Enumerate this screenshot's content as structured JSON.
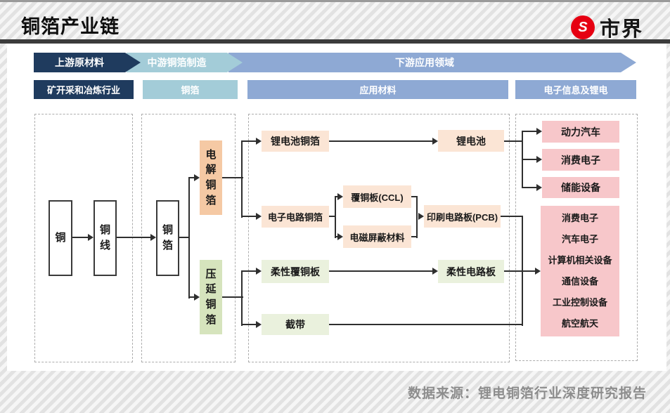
{
  "header": {
    "title": "铜箔产业链",
    "logo": {
      "glyph": "S",
      "text": "市界"
    }
  },
  "stages": [
    {
      "label": "上游原材料"
    },
    {
      "label": "中游铜箔制造"
    },
    {
      "label": "下游应用领域"
    }
  ],
  "categories": [
    {
      "label": "矿开采和冶炼行业"
    },
    {
      "label": "铜箔"
    },
    {
      "label": "应用材料"
    },
    {
      "label": "电子信息及锂电"
    }
  ],
  "nodes": {
    "copper": "铜",
    "copper_wire": "铜线",
    "copper_foil": "铜箔",
    "electrolytic_foil": "电解铜箔",
    "rolled_foil": "压延铜箔",
    "battery_foil": "锂电池铜箔",
    "battery": "锂电池",
    "circuit_foil": "电子电路铜箔",
    "ccl": "覆铜板(CCL)",
    "emi_material": "电磁屏蔽材料",
    "pcb": "印刷电路板(PCB)",
    "flex_ccl": "柔性覆铜板",
    "flex_pcb": "柔性电路板",
    "strip": "截带",
    "ev": "动力汽车",
    "consumer_electronics": "消费电子",
    "energy_storage": "储能设备"
  },
  "applications": [
    "消费电子",
    "汽车电子",
    "计算机相关设备",
    "通信设备",
    "工业控制设备",
    "航空航天"
  ],
  "footer": {
    "source": "数据来源：锂电铜箔行业深度研究报告"
  },
  "colors": {
    "dark_navy": "#1f3b5e",
    "light_cyan": "#a3ccd8",
    "steel_blue": "#8ea9d4",
    "peach": "#f5c9a4",
    "light_peach": "#fbe5d5",
    "green": "#d6e4bd",
    "light_green": "#eaf1dd",
    "pink": "#f7c7ca",
    "brand_red": "#e60012"
  }
}
